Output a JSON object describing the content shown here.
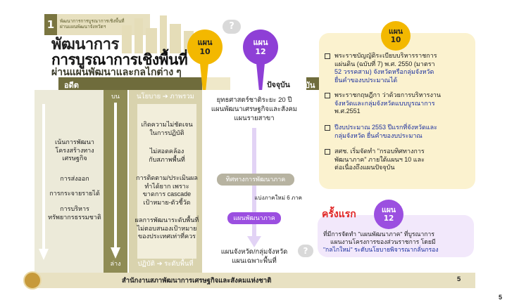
{
  "header": {
    "tag_number": "1",
    "tag_line1": "พัฒนาการการบูรณาการเชิงพื้นที่",
    "tag_line2": "ผ่านแผนพัฒนาจังหวัดฯ",
    "title_line1": "พัฒนาการ",
    "title_line2": "การบูรณาการเชิงพื้นที่",
    "title_line3": "ผ่านแผนพัฒนาและกลไกต่าง ๆ"
  },
  "timeline": {
    "past": "อดีต",
    "present": "ปัจจุบัน"
  },
  "bubbles": {
    "plan10": {
      "label": "แผน",
      "num": "10"
    },
    "plan12": {
      "label": "แผน",
      "num": "12"
    }
  },
  "col_left": {
    "top": "บน",
    "bottom": "ล่าง",
    "items": [
      "เน้นการพัฒนา",
      "โครงสร้างทาง",
      "เศรษฐกิจ",
      "การส่งออก",
      "การกระจายรายได้",
      "การบริหาร",
      "ทรัพยากรธรรมชาติ"
    ]
  },
  "col_mid": {
    "header": "นโยบาย ➔ ภาพรวม",
    "footer": "ปฏิบัติ ➔ ระดับพื้นที่",
    "blocks": [
      [
        "เกิดความไม่ชัดเจน",
        "ในการปฏิบัติ"
      ],
      [
        "ไม่สอดคล้อง",
        "กับสภาพพื้นที่"
      ],
      [
        "การติดตาม/ประเมินผล",
        "ทำได้ยาก เพราะ",
        "ขาดการ cascade",
        "เป้าหมาย-ตัวชี้วัด"
      ],
      [
        "ผลการพัฒนาระดับพื้นที่",
        "ไม่ตอบสนองเป้าหมาย",
        "ของประเทศเท่าที่ควร"
      ]
    ]
  },
  "col_present": {
    "line1": "ยุทธศาสตร์ชาติระยะ 20 ปี",
    "line2": "แผนพัฒนาเศรษฐกิจและสังคม",
    "line3": "แผนรายสาขา",
    "pill1": "ทิศทางการพัฒนาภาค",
    "pill_note": "แบ่งภาคใหม่ 6 ภาค",
    "pill2": "แผนพัฒนาภาค",
    "bottom1": "แผนจังหวัด/กลุ่มจังหวัด",
    "bottom2": "แผนเฉพาะพื้นที่"
  },
  "card_plan10": {
    "bubble_label": "แผน",
    "bubble_num": "10",
    "items": [
      [
        "พระราชบัญญัติระเบียบบริหารราชการ",
        "แผ่นดิน (ฉบับที่ 7) พ.ศ. 2550 (มาตรา",
        "52 วรรคสาม) จังหวัดหรือกลุ่มจังหวัด",
        "ยื่นคำของบประมาณได้"
      ],
      [
        "พระราชกฤษฎีกา ว่าด้วยการบริหารงาน",
        "จังหวัดและกลุ่มจังหวัดแบบบูรณาการ",
        "พ.ศ.2551"
      ],
      [
        "ปีงบประมาณ 2553 ปีแรกที่จังหวัดและ",
        "กลุ่มจังหวัด ยื่นคำของบประมาณ"
      ],
      [
        "สศช. เริ่มจัดทำ \"กรอบทิศทางการ",
        "พัฒนาภาค\" ภายใต้แผนฯ 10 และ",
        "ต่อเนื่องถึงแผนปัจจุบัน"
      ]
    ]
  },
  "card_plan12": {
    "first": "ครั้งแรก",
    "bubble_label": "แผน",
    "bubble_num": "12",
    "line1": "ที่มีการจัดทำ \"แผนพัฒนาภาค\" ที่บูรณาการ",
    "line2": "แผนงานโครงการของส่วนราชการ โดยมี",
    "line3": "\"กลไกใหม่\" ระดับนโยบายพิจารณากลั่นกรอง"
  },
  "footer": {
    "org": "สำนักงานสภาพัฒนาการเศรษฐกิจและสังคมแห่งชาติ",
    "page": "5"
  },
  "page_corner": "5",
  "colors": {
    "olive": "#6f6c3c",
    "gold": "#f2b705",
    "purple": "#8e3fd6",
    "cream": "#fbf2cf",
    "blue_text": "#1a2f9e"
  }
}
